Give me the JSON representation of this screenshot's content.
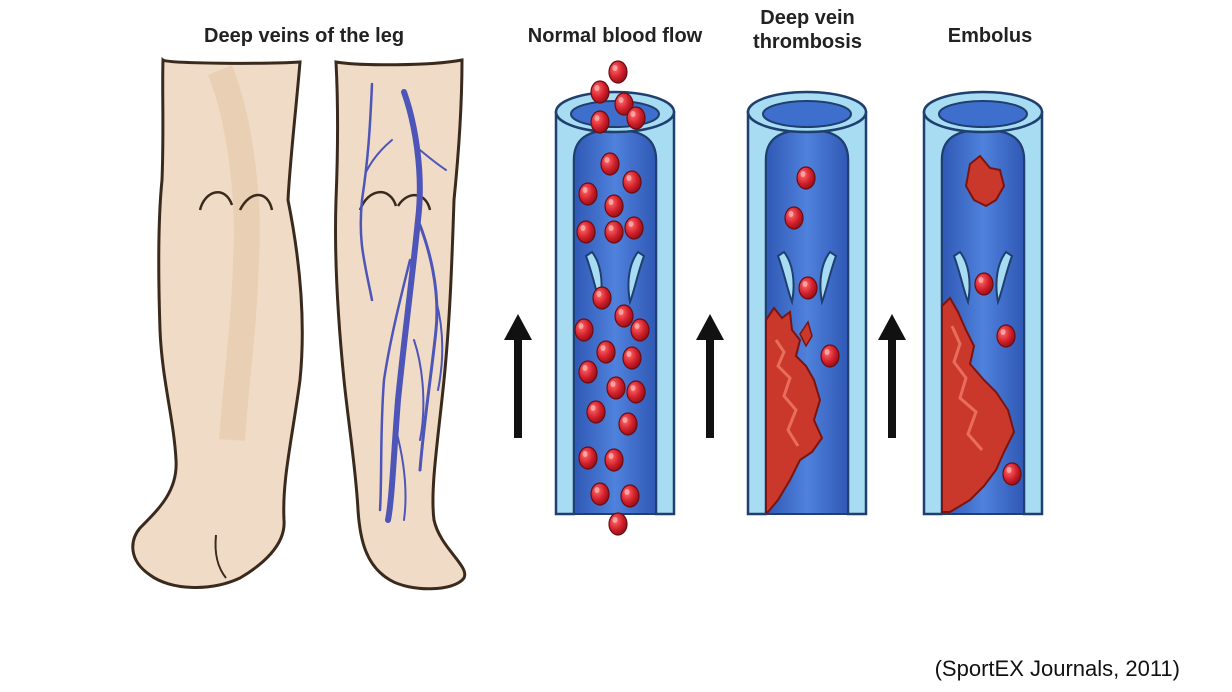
{
  "labels": {
    "legs": "Deep veins of the leg",
    "normal": "Normal blood flow",
    "dvt_line1": "Deep vein",
    "dvt_line2": "thrombosis",
    "embolus": "Embolus"
  },
  "credit": "(SportEX Journals, 2011)",
  "colors": {
    "skin": "#f0dcc6",
    "skin_shade": "#e3c6a7",
    "outline": "#3a2a1e",
    "vein_line": "#4e55b8",
    "vessel_wall": "#a7dcf2",
    "vessel_lumen": "#3f6fcc",
    "blood_cell": "#d21f2a",
    "clot": "#c9382b",
    "arrow": "#111111"
  },
  "icons": [
    "up-arrow-icon",
    "red-blood-cell-icon",
    "valve-icon",
    "clot-icon"
  ]
}
